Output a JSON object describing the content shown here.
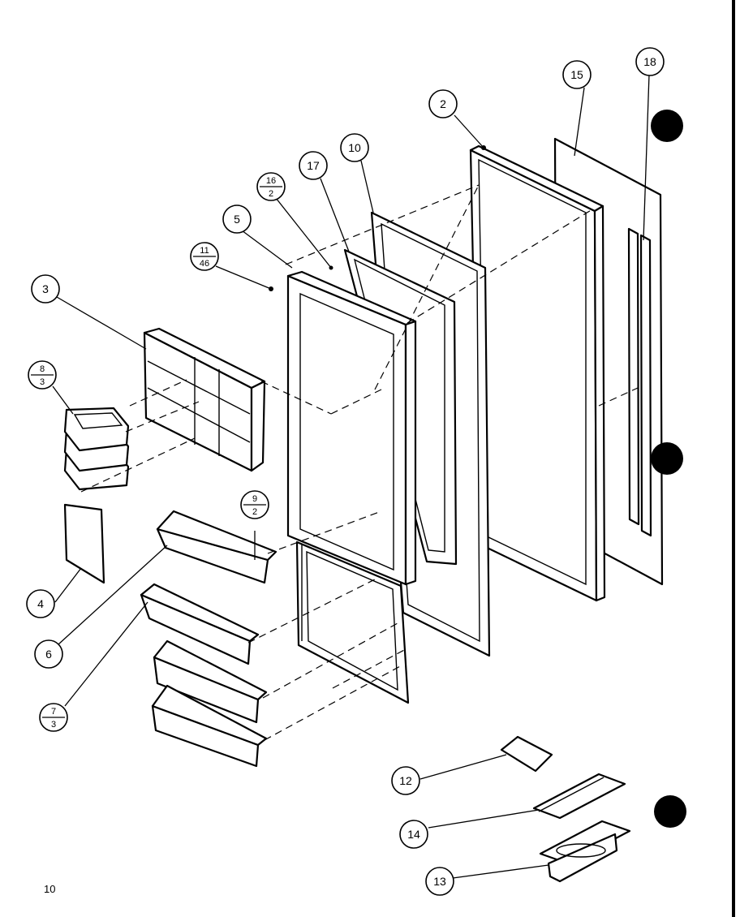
{
  "page_number": "10",
  "callouts": [
    {
      "id": "c2",
      "label": "2"
    },
    {
      "id": "c3",
      "label": "3"
    },
    {
      "id": "c4",
      "label": "4"
    },
    {
      "id": "c5",
      "label": "5"
    },
    {
      "id": "c6",
      "label": "6"
    },
    {
      "id": "c10",
      "label": "10"
    },
    {
      "id": "c12",
      "label": "12"
    },
    {
      "id": "c13",
      "label": "13"
    },
    {
      "id": "c14",
      "label": "14"
    },
    {
      "id": "c15",
      "label": "15"
    },
    {
      "id": "c17",
      "label": "17"
    },
    {
      "id": "c18",
      "label": "18"
    }
  ],
  "fraction_callouts": [
    {
      "id": "f8",
      "top": "8",
      "bottom": "3"
    },
    {
      "id": "f9",
      "top": "9",
      "bottom": "2"
    },
    {
      "id": "f7",
      "top": "7",
      "bottom": "3"
    },
    {
      "id": "f11",
      "top": "11",
      "bottom": "46"
    },
    {
      "id": "f16",
      "top": "16",
      "bottom": "2"
    }
  ]
}
